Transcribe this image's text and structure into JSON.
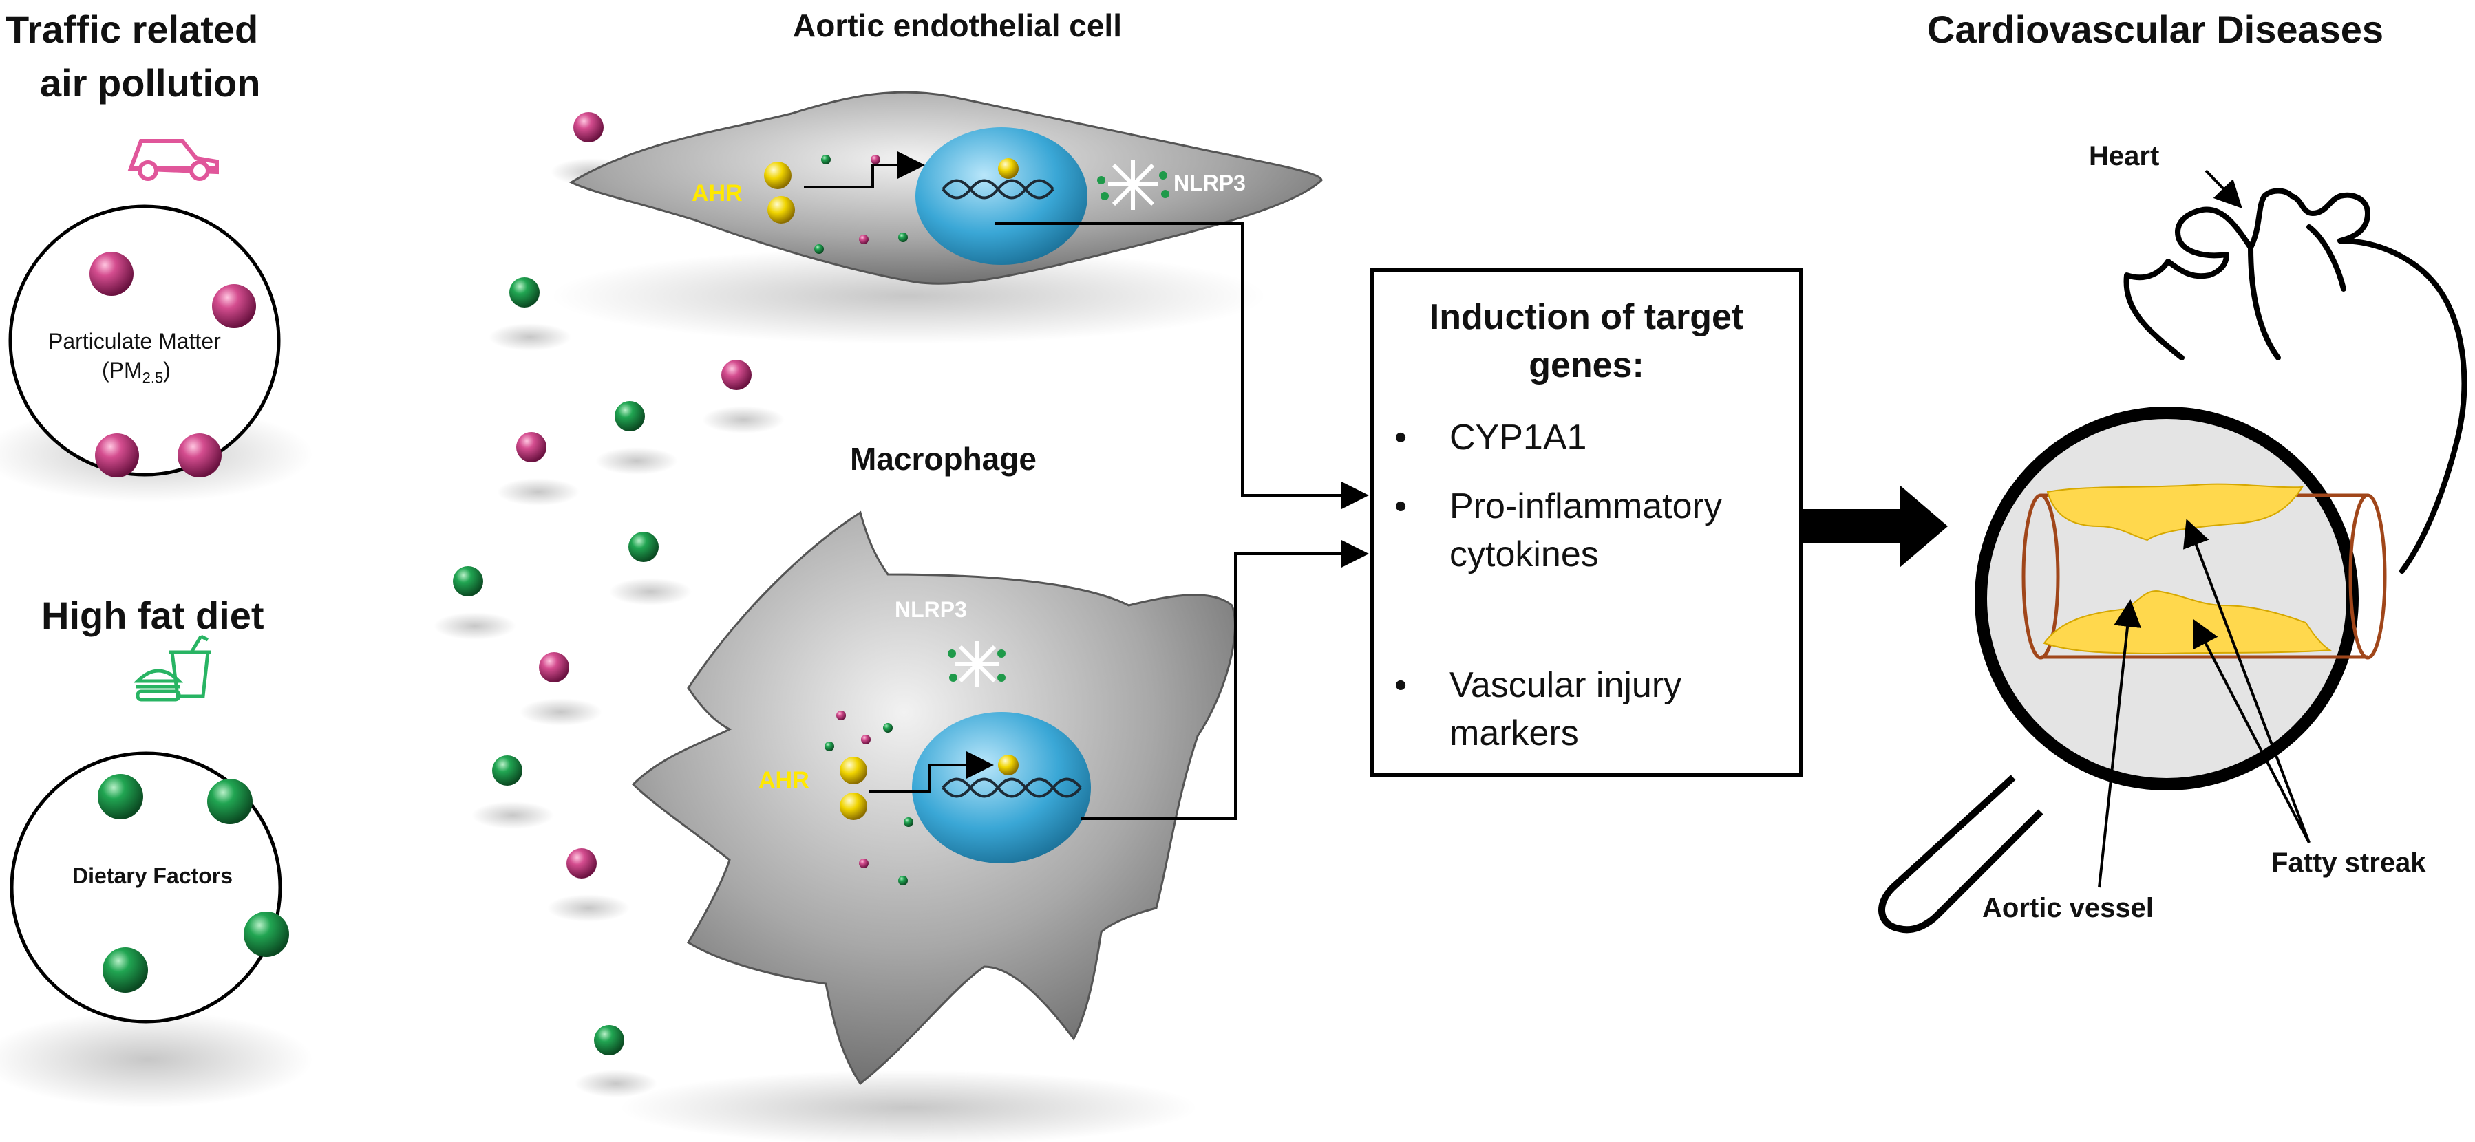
{
  "left": {
    "title1": "Traffic related",
    "title2": "air pollution",
    "pm_label1": "Particulate Matter",
    "pm_label2_prefix": "(PM",
    "pm_label2_sub": "2.5",
    "pm_label2_suffix": ")",
    "diet_title": "High fat diet",
    "diet_label": "Dietary Factors"
  },
  "cells": {
    "endothelial_title": "Aortic endothelial cell",
    "macrophage_title": "Macrophage",
    "ahr": "AHR",
    "nlrp3": "NLRP3"
  },
  "box": {
    "title": "Induction of target genes:",
    "items": [
      "CYP1A1",
      "Pro-inflammatory cytokines",
      "Vascular injury markers"
    ]
  },
  "right": {
    "title": "Cardiovascular Diseases",
    "heart": "Heart",
    "fatty_streak": "Fatty streak",
    "aortic_vessel": "Aortic vessel"
  },
  "colors": {
    "pm_particle": "#c2387a",
    "diet_particle": "#1f9a4a",
    "nucleus": "#3aa7d6",
    "ahr_text": "#ffe800",
    "fatty_streak": "#ffd84d",
    "vessel_outline": "#a0461a",
    "car_icon": "#e0569a",
    "food_icon": "#28b463"
  }
}
